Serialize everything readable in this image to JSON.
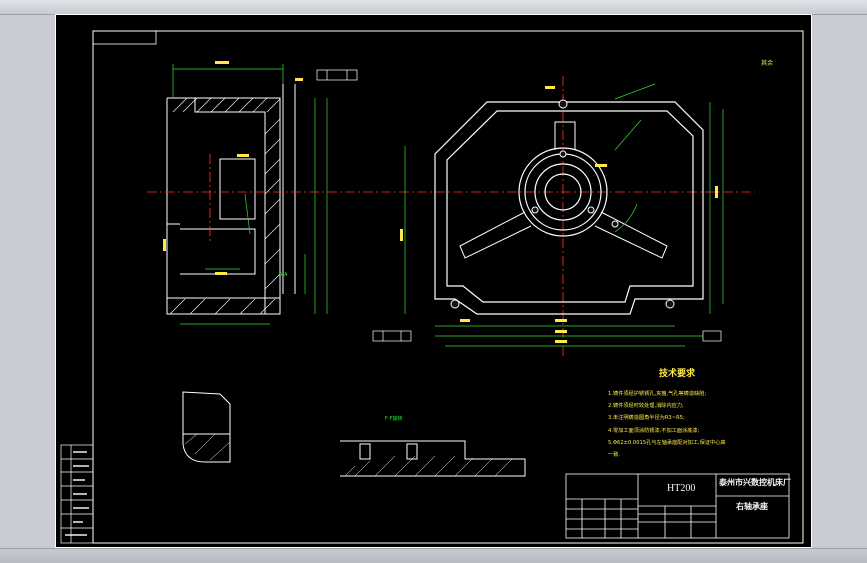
{
  "drawing": {
    "material": "HT200",
    "company": "泰州市兴数控机床厂",
    "part_name": "右轴承座",
    "tech_title": "技术要求",
    "tech_items": [
      "1.铸件须经护锈锈孔,夹箍,气孔等铸造缺陷;",
      "2.铸件须经时效处理,消除内应力;",
      "3.未注明铸造圆角半径为R3~R5;",
      "4.零加工面须涂防锈漆,不加工面涂底漆;",
      "5.Φ62±0.0015孔与左轴承座配对加工,保证中心高",
      "一致."
    ],
    "section_label": "A-A",
    "view_label": "F-F旋转",
    "roughness_note": "其余"
  }
}
